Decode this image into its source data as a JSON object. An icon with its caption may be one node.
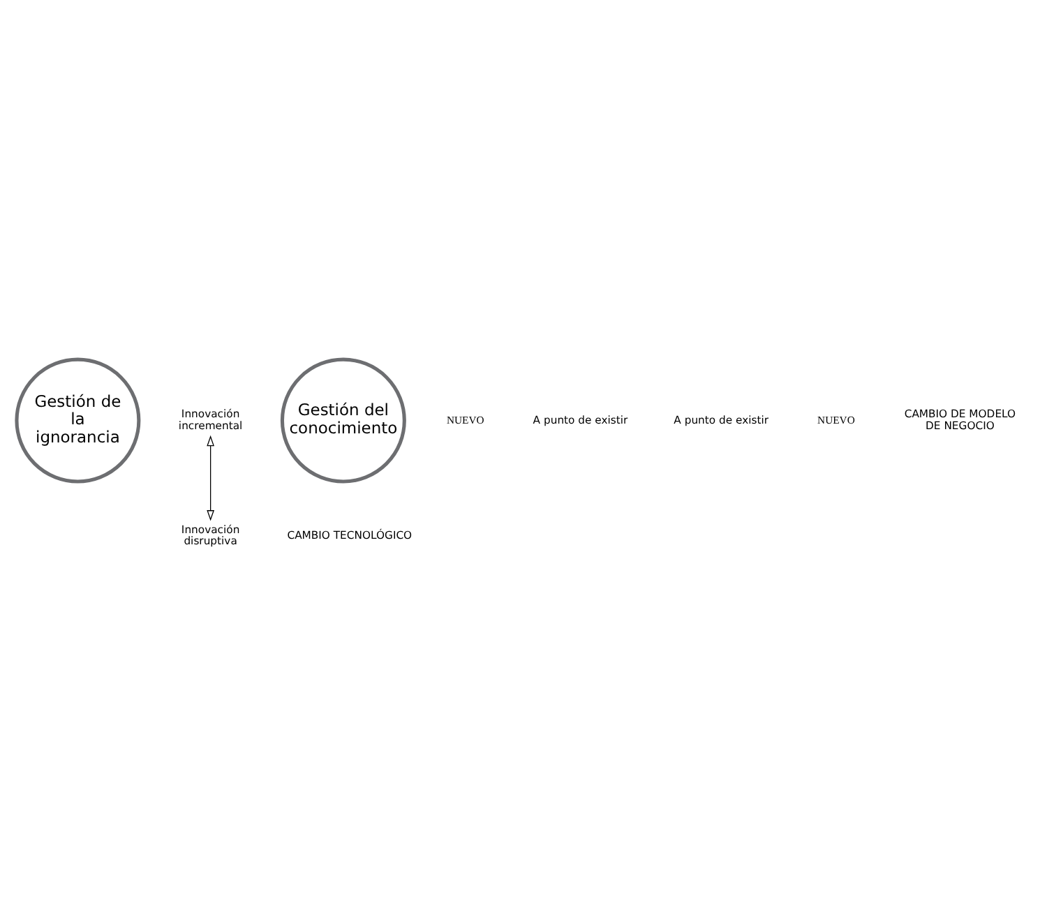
{
  "diagram": {
    "nodes": [
      {
        "text": [
          "Gestión de la ignorancia"
        ]
      },
      {
        "text": [
          "Innovación disruptiva"
        ]
      },
      {
        "text": [
          "Innovación incremental"
        ]
      },
      {
        "text": [
          "Gestión del conocimiento"
        ]
      }
    ],
    "edges": [
      {
        "from": 2,
        "to": 1,
        "arrow": "both"
      }
    ],
    "labels": [
      "NUEVO",
      "CAMBIO TECNOLÓGICO",
      "A punto de existir",
      "A punto de existir",
      "NUEVO",
      "CAMBIO DE MODELO DE NEGOCIO"
    ]
  }
}
